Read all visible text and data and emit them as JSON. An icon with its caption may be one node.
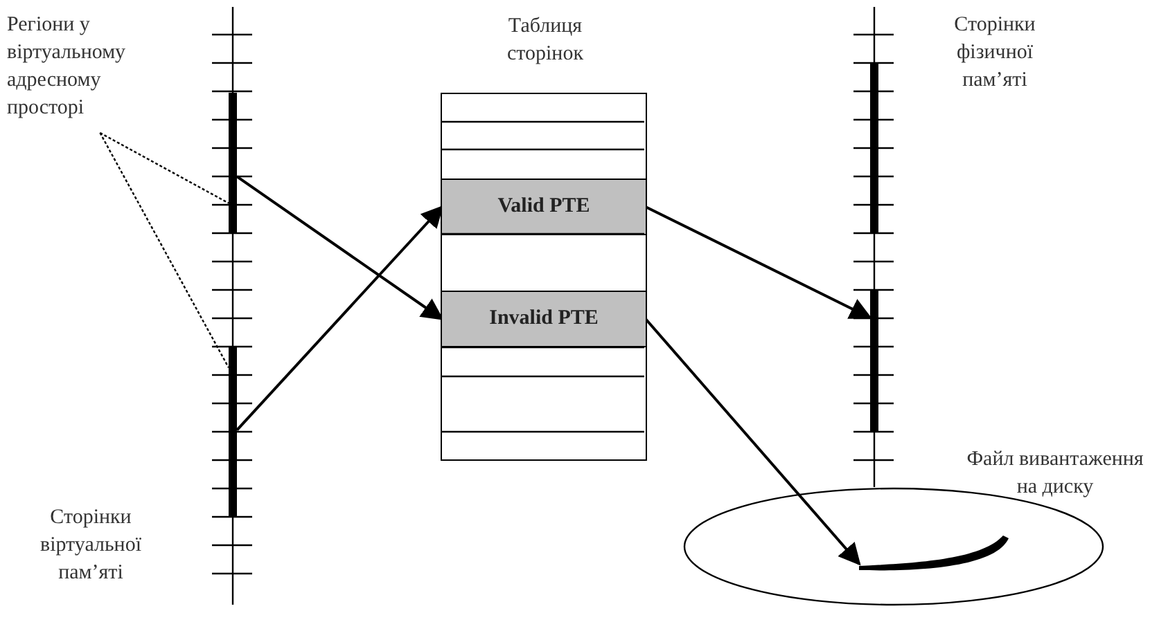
{
  "diagram": {
    "nodes": [
      {
        "text": [
          "Регіони у віртуальному адресному просторі"
        ]
      },
      {
        "text": [],
        "shape": "bar"
      },
      {
        "text": [],
        "shape": "bar"
      },
      {
        "text": [
          "Таблиця сторінок"
        ]
      },
      {
        "text": [
          "Valid PTE"
        ],
        "in": 3
      },
      {
        "text": [
          "Invalid PTE"
        ],
        "in": 3
      },
      {
        "text": [],
        "shape": "bar"
      },
      {
        "text": [],
        "shape": "bar"
      },
      {
        "text": [
          "Файл вивантаження на диску"
        ]
      },
      {
        "text": [],
        "shape": "bar",
        "in": 8
      }
    ],
    "edges": [
      {
        "from": 0,
        "to": 1,
        "arrow": "none",
        "style": "dashed"
      },
      {
        "from": 0,
        "to": 2,
        "arrow": "none",
        "style": "dashed"
      },
      {
        "from": 1,
        "to": 5,
        "arrow": "to"
      },
      {
        "from": 2,
        "to": 4,
        "arrow": "to"
      },
      {
        "from": 4,
        "to": 7,
        "arrow": "to"
      },
      {
        "from": 5,
        "to": 9,
        "arrow": "to"
      }
    ],
    "labels": [
      "Сторінки віртуальної пам’яті",
      "Сторінки фізичної пам’яті"
    ]
  }
}
